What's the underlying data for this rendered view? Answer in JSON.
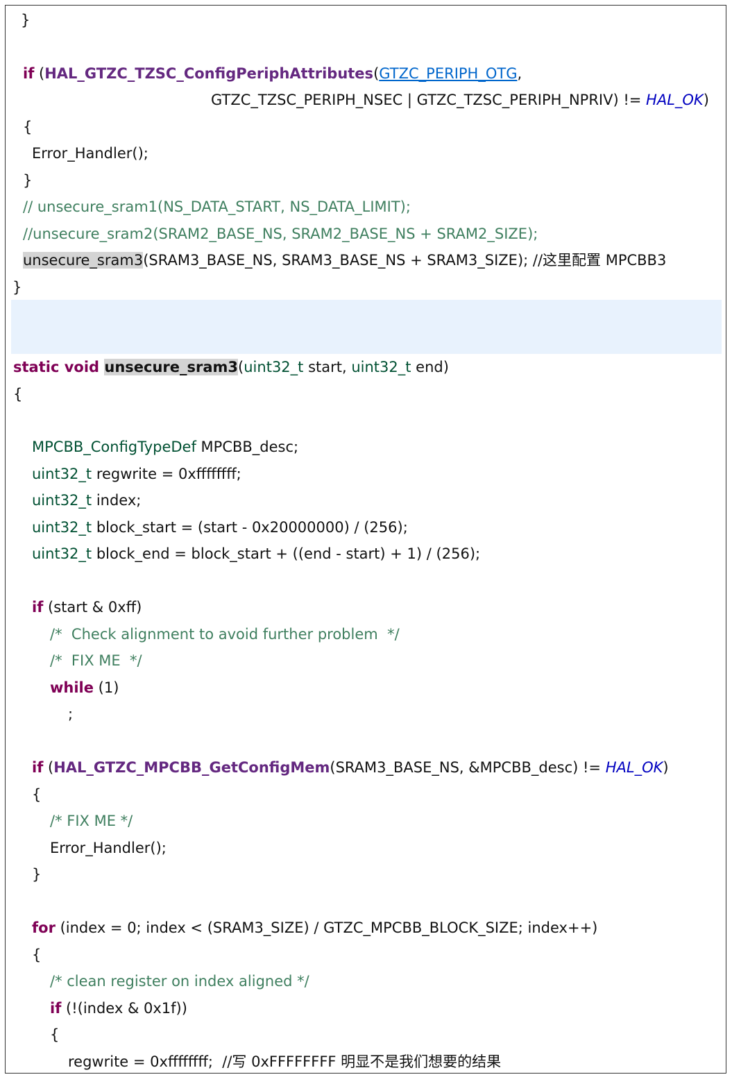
{
  "lines": {
    "l1": "}",
    "l2": {
      "kw": "if",
      "p1": " (",
      "fn": "HAL_GTZC_TZSC_ConfigPeriphAttributes",
      "p2": "(",
      "link": "GTZC_PERIPH_OTG",
      "p3": ","
    },
    "l3": {
      "text": "GTZC_TZSC_PERIPH_NSEC | GTZC_TZSC_PERIPH_NPRIV) != ",
      "it": "HAL_OK",
      "close": ")"
    },
    "l4": "{",
    "l5": "Error_Handler();",
    "l6": "}",
    "l7": "// unsecure_sram1(NS_DATA_START, NS_DATA_LIMIT);",
    "l8": "//unsecure_sram2(SRAM2_BASE_NS, SRAM2_BASE_NS + SRAM2_SIZE);",
    "l9": {
      "hl": "unsecure_sram3",
      "rest": "(SRAM3_BASE_NS, SRAM3_BASE_NS + SRAM3_SIZE); //这里配置 MPCBB3"
    },
    "l10": "}",
    "l11": {
      "kw": "static void ",
      "hl": "unsecure_sram3",
      "p1": "(",
      "t1": "uint32_t",
      "p2": " start, ",
      "t2": "uint32_t",
      "p3": " end)"
    },
    "l12": "{",
    "l13": {
      "ty": "MPCBB_ConfigTypeDef",
      "rest": " MPCBB_desc;"
    },
    "l14": {
      "ty": "uint32_t",
      "rest": " regwrite = 0xffffffff;"
    },
    "l15": {
      "ty": "uint32_t",
      "rest": " index;"
    },
    "l16": {
      "ty": "uint32_t",
      "rest": " block_start = (start - 0x20000000) / (256);"
    },
    "l17": {
      "ty": "uint32_t",
      "rest": " block_end = block_start + ((end - start) + 1) / (256);"
    },
    "l18": {
      "kw": "if",
      "rest": " (start & 0xff)"
    },
    "l19": "/*  Check alignment to avoid further problem  */",
    "l20": "/*  FIX ME  */",
    "l21": {
      "kw": "while",
      "rest": " (1)"
    },
    "l22": ";",
    "l23": {
      "kw": "if",
      "p1": " (",
      "fn": "HAL_GTZC_MPCBB_GetConfigMem",
      "rest": "(SRAM3_BASE_NS, &MPCBB_desc) != ",
      "it": "HAL_OK",
      "close": ")"
    },
    "l24": "{",
    "l25": "/* FIX ME */",
    "l26": "Error_Handler();",
    "l27": "}",
    "l28": {
      "kw": "for",
      "rest": " (index = 0; index < (SRAM3_SIZE) / GTZC_MPCBB_BLOCK_SIZE; index++)"
    },
    "l29": "{",
    "l30": "/* clean register on index aligned */",
    "l31": {
      "kw": "if",
      "rest": " (!(index & 0x1f))"
    },
    "l32": "{",
    "l33": "regwrite = 0xffffffff;  //写 0xFFFFFFFF 明显不是我们想要的结果"
  }
}
